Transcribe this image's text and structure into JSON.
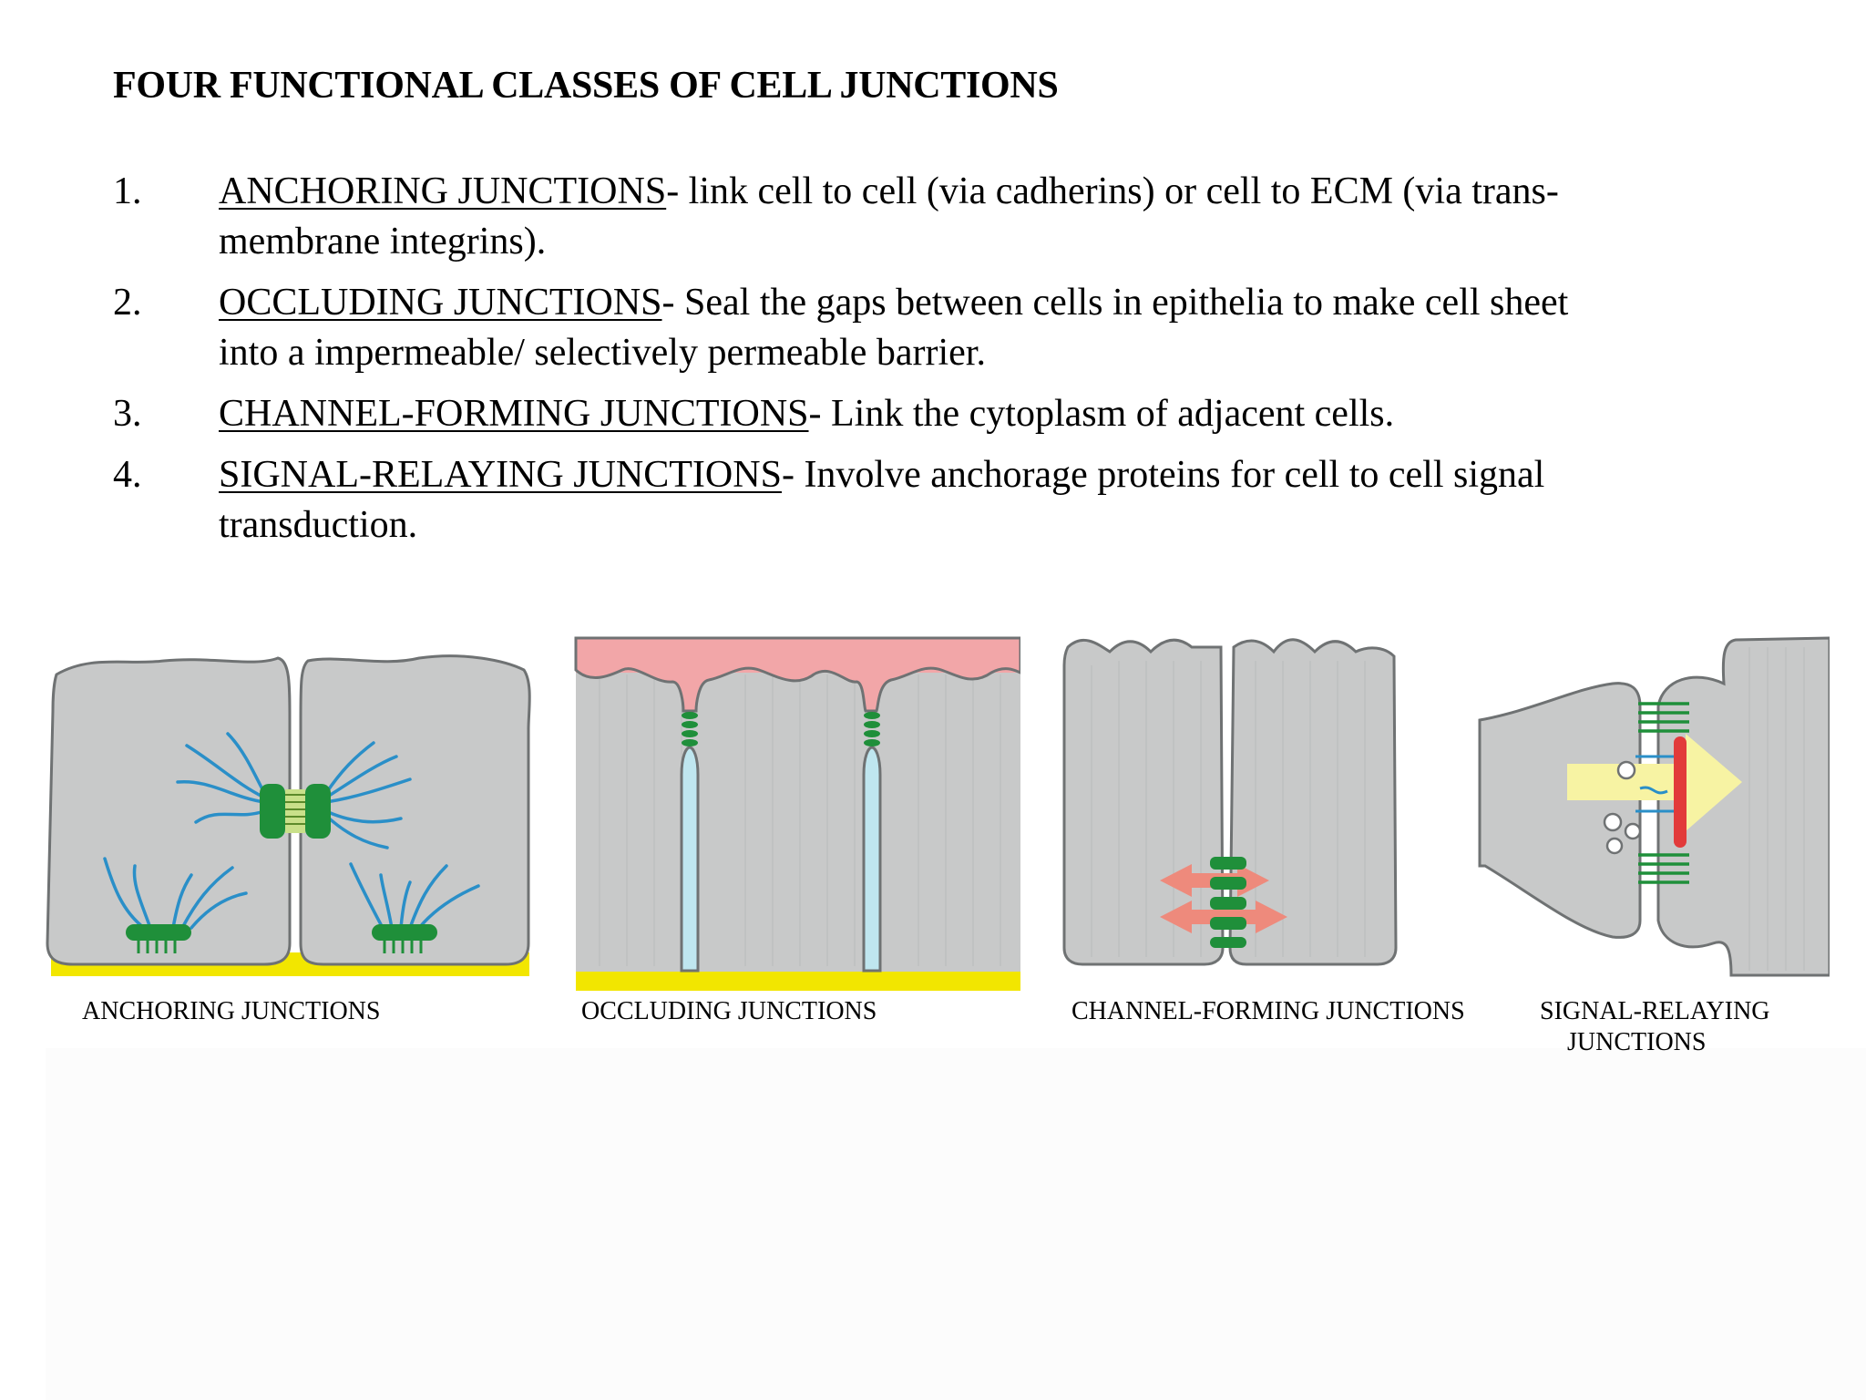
{
  "title": "FOUR FUNCTIONAL CLASSES OF CELL JUNCTIONS",
  "items": [
    {
      "num": "1.",
      "term": "ANCHORING JUNCTIONS",
      "text": "- link cell to cell (via cadherins) or cell to ECM (via trans-",
      "text2": "membrane integrins)."
    },
    {
      "num": "2.",
      "term": "OCCLUDING JUNCTIONS",
      "text": "- Seal the gaps between cells in epithelia to make cell sheet",
      "text2": "into a impermeable/ selectively permeable barrier."
    },
    {
      "num": "3.",
      "term": "CHANNEL-FORMING JUNCTIONS",
      "text": "- Link the cytoplasm of adjacent cells.",
      "text2": ""
    },
    {
      "num": "4.",
      "term": "SIGNAL-RELAYING JUNCTIONS",
      "text": "- Involve anchorage proteins for cell to cell signal",
      "text2": "transduction."
    }
  ],
  "figure": {
    "captions": {
      "anchoring": "ANCHORING JUNCTIONS",
      "occluding": "OCCLUDING JUNCTIONS",
      "channel": "CHANNEL-FORMING JUNCTIONS",
      "signal_line1": "SIGNAL-RELAYING",
      "signal_line2": "JUNCTIONS"
    },
    "colors": {
      "cell": "#c8c9c9",
      "cell_outline": "#6f7273",
      "junction": "#1f8f3a",
      "filament": "#2a8fc8",
      "ecm": "#f2e600",
      "lumen": "#f2a6a8",
      "intercellular_space": "#bfe6ef",
      "channel_arrow": "#ee8a7c",
      "signal_arrow": "#f7f3a3",
      "signal_bar": "#e23a3a"
    }
  }
}
